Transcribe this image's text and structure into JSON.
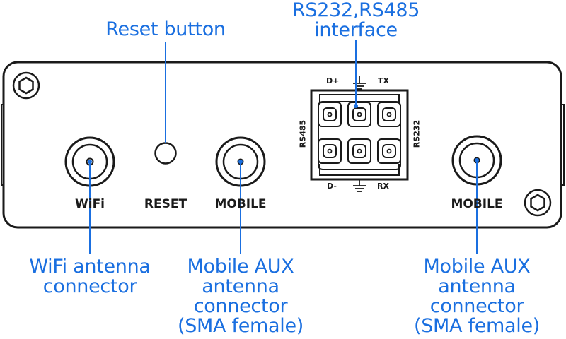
{
  "callouts": {
    "reset": [
      "Reset button"
    ],
    "serial": [
      "RS232,RS485",
      "interface"
    ],
    "wifi": [
      "WiFi antenna",
      "connector"
    ],
    "mobile_aux_1": [
      "Mobile AUX",
      "antenna",
      "connector",
      "(SMA female)"
    ],
    "mobile_aux_2": [
      "Mobile AUX",
      "antenna",
      "connector",
      "(SMA female)"
    ]
  },
  "panel_labels": {
    "wifi": "WiFi",
    "reset": "RESET",
    "mobile_left": "MOBILE",
    "mobile_right": "MOBILE"
  },
  "connector_labels": {
    "d_plus": "D+",
    "tx": "TX",
    "d_minus": "D-",
    "rx": "RX",
    "rs485": "RS485",
    "rs232": "RS232"
  },
  "colors": {
    "callout": "#1a6fe0",
    "outline": "#1a1a1a",
    "background": "#ffffff"
  }
}
